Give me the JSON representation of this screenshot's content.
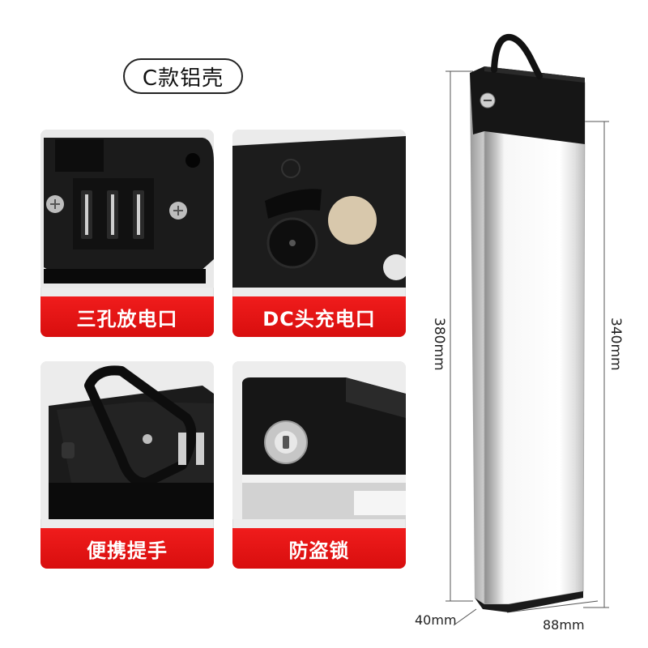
{
  "title": "C款铝壳",
  "features": [
    {
      "label": "三孔放电口",
      "icon": "three-pin-port"
    },
    {
      "label": "DC头充电口",
      "icon": "dc-charging-port"
    },
    {
      "label": "便携提手",
      "icon": "carry-handle"
    },
    {
      "label": "防盗锁",
      "icon": "anti-theft-lock"
    }
  ],
  "dimensions": {
    "total_height": "380mm",
    "body_height": "340mm",
    "depth": "40mm",
    "width": "88mm"
  },
  "colors": {
    "caption_red": "#e51414",
    "aluminium": "#d9d9d9",
    "black_cap": "#1a1a1a"
  }
}
